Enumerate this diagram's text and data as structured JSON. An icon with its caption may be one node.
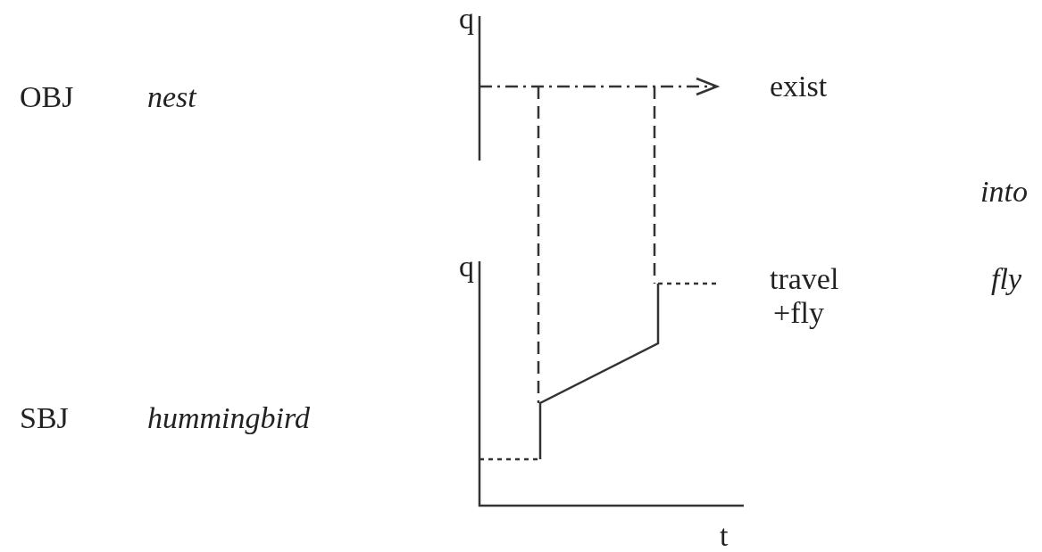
{
  "diagram": {
    "labels": [
      "q",
      "OBJ",
      "nest",
      "exist",
      "into",
      "q",
      "travel",
      "fly",
      "+fly",
      "SBJ",
      "hummingbird",
      "t"
    ]
  }
}
